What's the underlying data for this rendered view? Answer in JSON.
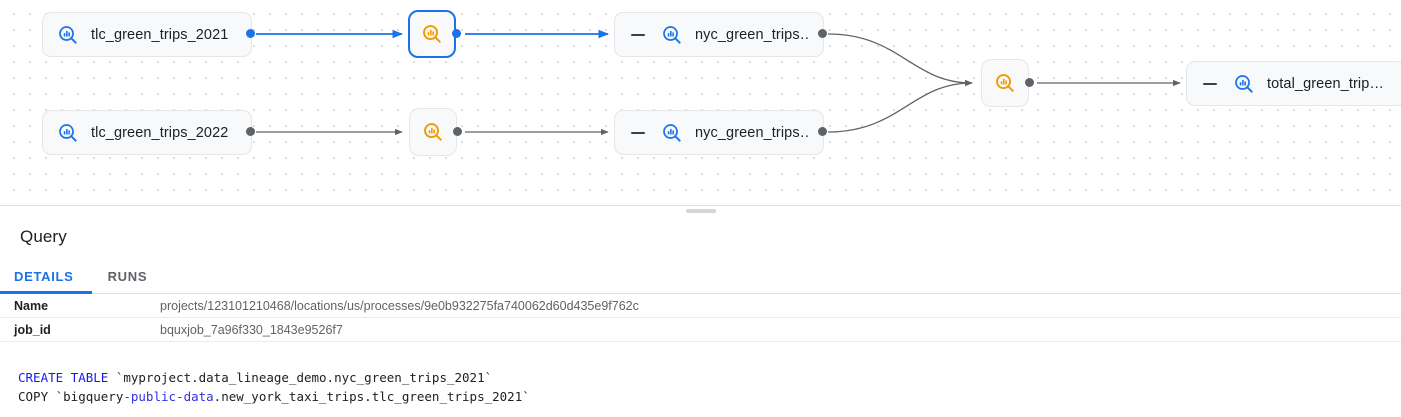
{
  "lineage": {
    "nodes": [
      {
        "id": "tlc2021",
        "label": "tlc_green_trips_2021",
        "icon": "data-search-blue-icon",
        "type": "table",
        "selected": false
      },
      {
        "id": "tlc2022",
        "label": "tlc_green_trips_2022",
        "icon": "data-search-blue-icon",
        "type": "table",
        "selected": false
      },
      {
        "id": "proc1",
        "label": "",
        "icon": "data-search-orange-icon",
        "type": "process",
        "selected": true
      },
      {
        "id": "proc2",
        "label": "",
        "icon": "data-search-orange-icon",
        "type": "process",
        "selected": false
      },
      {
        "id": "nyc2021",
        "label": "nyc_green_trips…",
        "icon": "data-search-blue-icon",
        "type": "table",
        "selected": false
      },
      {
        "id": "nyc2022",
        "label": "nyc_green_trips…",
        "icon": "data-search-blue-icon",
        "type": "table",
        "selected": false
      },
      {
        "id": "proc3",
        "label": "",
        "icon": "data-search-orange-icon",
        "type": "process",
        "selected": false
      },
      {
        "id": "total",
        "label": "total_green_trip…",
        "icon": "data-search-blue-icon",
        "type": "table",
        "selected": false
      }
    ],
    "colors": {
      "edge_default": "#5f6368",
      "edge_active": "#1a73e8",
      "node_bg": "#f8f9fa",
      "selected_border": "#1a73e8",
      "icon_blue": "#1a73e8",
      "icon_orange": "#f29900"
    }
  },
  "panel": {
    "title": "Query",
    "tabs": [
      {
        "label": "DETAILS",
        "active": true
      },
      {
        "label": "RUNS",
        "active": false
      }
    ],
    "details": [
      {
        "key": "Name",
        "value": "projects/123101210468/locations/us/processes/9e0b932275fa740062d60d435e9f762c"
      },
      {
        "key": "job_id",
        "value": "bquxjob_7a96f330_1843e9526f7"
      }
    ],
    "sql": {
      "line1": {
        "keyword": "CREATE TABLE",
        "rest": " `myproject.data_lineage_demo.nyc_green_trips_2021`"
      },
      "line2": {
        "pre": "COPY `bigquery",
        "highlight": "-public-data",
        "post": ".new_york_taxi_trips.tlc_green_trips_2021`"
      }
    }
  }
}
